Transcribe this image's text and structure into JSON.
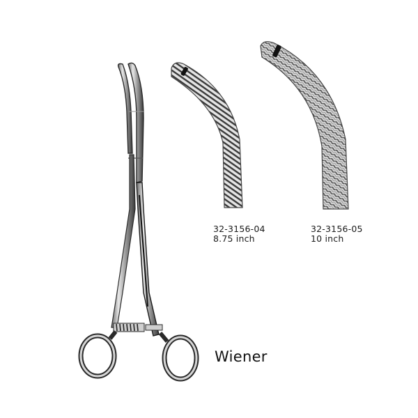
{
  "product": {
    "name": "Wiener"
  },
  "variants": [
    {
      "code": "32-3156-04",
      "size": "8.75 inch"
    },
    {
      "code": "32-3156-05",
      "size": "10 inch"
    }
  ],
  "images": {
    "main": "forceps-full-view",
    "tip_small": "jaw-detail-8.75",
    "tip_large": "jaw-detail-10"
  },
  "colors": {
    "background": "#ffffff",
    "steel_dark": "#2a2a2a",
    "steel_mid": "#8a8a8a",
    "steel_light": "#d8d8d8",
    "text": "#111111"
  }
}
